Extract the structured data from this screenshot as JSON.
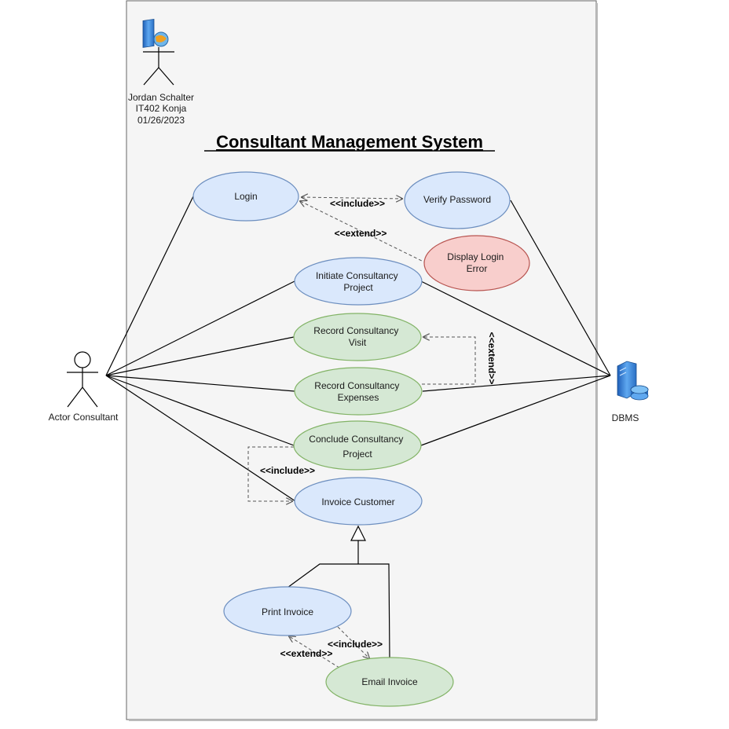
{
  "system": {
    "title": "Consultant Management System"
  },
  "author": {
    "name": "Jordan Schalter",
    "course": "IT402 Konja",
    "date": "01/26/2023"
  },
  "actors": {
    "consultant": "Actor Consultant",
    "dbms": "DBMS"
  },
  "use_cases": {
    "login": [
      "Login"
    ],
    "verify_password": [
      "Verify Password"
    ],
    "display_login_error": [
      "Display Login",
      "Error"
    ],
    "initiate_project": [
      "Initiate Consultancy",
      "Project"
    ],
    "record_visit": [
      "Record Consultancy",
      "Visit"
    ],
    "record_expenses": [
      "Record Consultancy",
      "Expenses"
    ],
    "conclude_project": [
      "Conclude Consultancy",
      "Project"
    ],
    "invoice_customer": [
      "Invoice Customer"
    ],
    "print_invoice": [
      "Print Invoice"
    ],
    "email_invoice": [
      "Email Invoice"
    ]
  },
  "relations": {
    "include_login": "<<include>>",
    "extend_login": "<<extend>>",
    "extend_visit": "<<extend>>",
    "include_invoice": "<<include>>",
    "include_print": "<<include>>",
    "extend_print": "<<extend>>"
  },
  "colors": {
    "blue_fill": "#dae8fc",
    "blue_stroke": "#6c8ebf",
    "green_fill": "#d5e8d4",
    "green_stroke": "#82b366",
    "red_fill": "#f8cecc",
    "red_stroke": "#b85450",
    "boundary_fill": "#f5f5f5"
  },
  "icons": {
    "author": "server-with-globe-icon",
    "dbms": "database-server-icon"
  }
}
